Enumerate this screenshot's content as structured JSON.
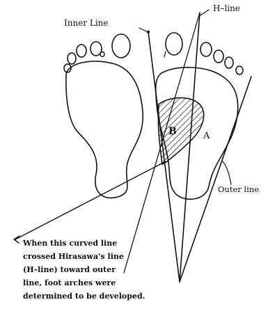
{
  "labels": {
    "inner_line": "Inner Line",
    "h_line": "H–line",
    "region_b": "B",
    "region_a": "A",
    "outer_line": "Outer line"
  },
  "caption": {
    "lines": [
      "When this curved line",
      "crossed Hirasawa's line",
      "(H–line) toward outer",
      "line, foot arches were",
      "determined to be developed."
    ]
  },
  "colors": {
    "ink": "#111111",
    "background": "#ffffff"
  }
}
